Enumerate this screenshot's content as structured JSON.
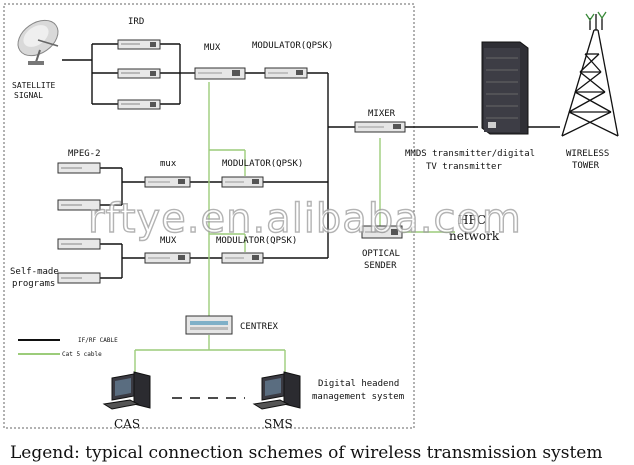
{
  "labels": {
    "ird": "IRD",
    "satellite_signal_line1": "SATELLITE",
    "satellite_signal_line2": "SIGNAL",
    "mux_top": "MUX",
    "modulator_top": "MODULATOR(QPSK)",
    "mixer": "MIXER",
    "mpeg2": "MPEG-2",
    "mux_mid": "mux",
    "modulator_mid": "MODULATOR(QPSK)",
    "mux_low": "MUX",
    "modulator_low": "MODULATOR(QPSK)",
    "self_made_line1": "Self-made",
    "self_made_line2": "programs",
    "optical_line1": "OPTICAL",
    "optical_line2": "SENDER",
    "hfc_line1": "HFC",
    "hfc_line2": "network",
    "mmds_line1": "MMDS transmitter/digital",
    "mmds_line2": "TV transmitter",
    "wireless_line1": "WIRELESS",
    "wireless_line2": "TOWER",
    "centrex": "CENTREX",
    "cas": "CAS",
    "sms": "SMS",
    "headend_line1": "Digital headend",
    "headend_line2": "management system",
    "legend_if_rf": "IF/RF CABLE",
    "legend_cat5": "Cat 5 cable",
    "watermark": "rftye.en.alibaba.com"
  },
  "caption": "Legend: typical connection schemes of wireless transmission system",
  "colors": {
    "rf_cable": "#111111",
    "cat5_cable": "#9ccc7a",
    "border": "#555555"
  }
}
